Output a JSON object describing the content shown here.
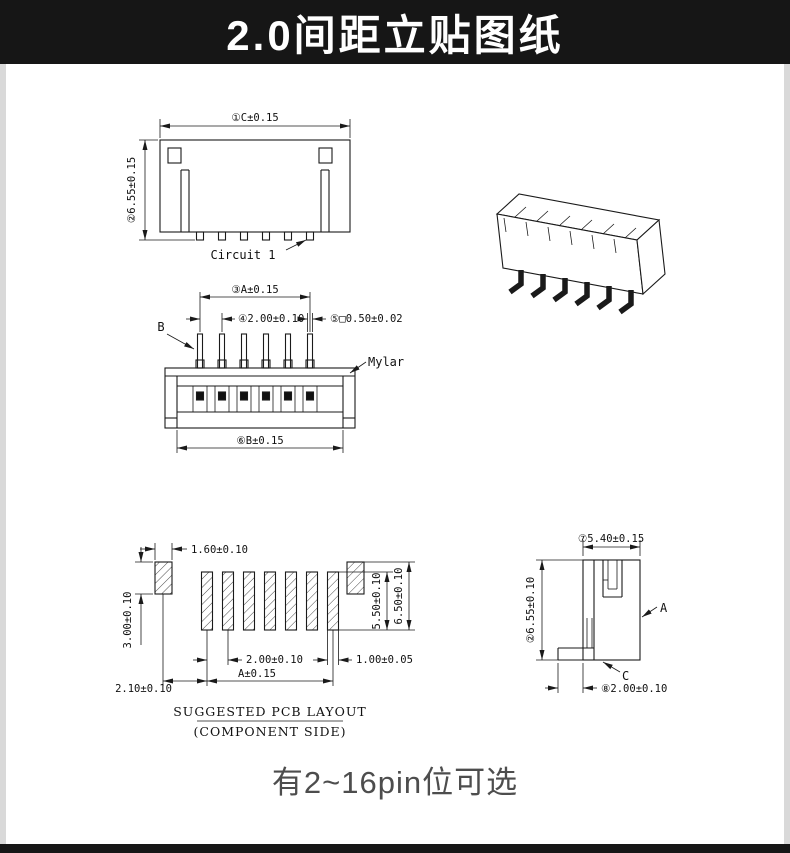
{
  "colors": {
    "banner_bg": "#161616",
    "banner_text": "#ffffff",
    "line": "#1a1a1a",
    "note_text": "#4d4d4d",
    "page_gutter": "#d9d9d9"
  },
  "banner": {
    "title": "2.0间距立贴图纸"
  },
  "note": {
    "text": "有2~16pin位可选"
  },
  "front_view": {
    "dim_width": "①C±0.15",
    "dim_height": "②6.55±0.15",
    "circuit_label": "Circuit 1"
  },
  "pin_view": {
    "dim_span": "③A±0.15",
    "dim_pitch": "④2.00±0.10",
    "dim_pin": "⑤□0.50±0.02",
    "dim_body": "⑥B±0.15",
    "label_b": "B",
    "label_mylar": "Mylar"
  },
  "pcb_view": {
    "dim_pad_width": "1.60±0.10",
    "dim_pad_height": "3.00±0.10",
    "dim_offset": "2.10±0.10",
    "dim_pitch": "2.00±0.10",
    "dim_span": "A±0.15",
    "dim_strip_width": "1.00±0.05",
    "dim_strip_height": "5.50±0.10",
    "dim_total_height": "6.50±0.10",
    "caption_line1": "SUGGESTED PCB LAYOUT",
    "caption_line2": "(COMPONENT SIDE)"
  },
  "side_view": {
    "dim_width": "⑦5.40±0.15",
    "dim_height": "②6.55±0.10",
    "dim_foot": "⑧2.00±0.10",
    "label_a": "A",
    "label_c": "C"
  }
}
